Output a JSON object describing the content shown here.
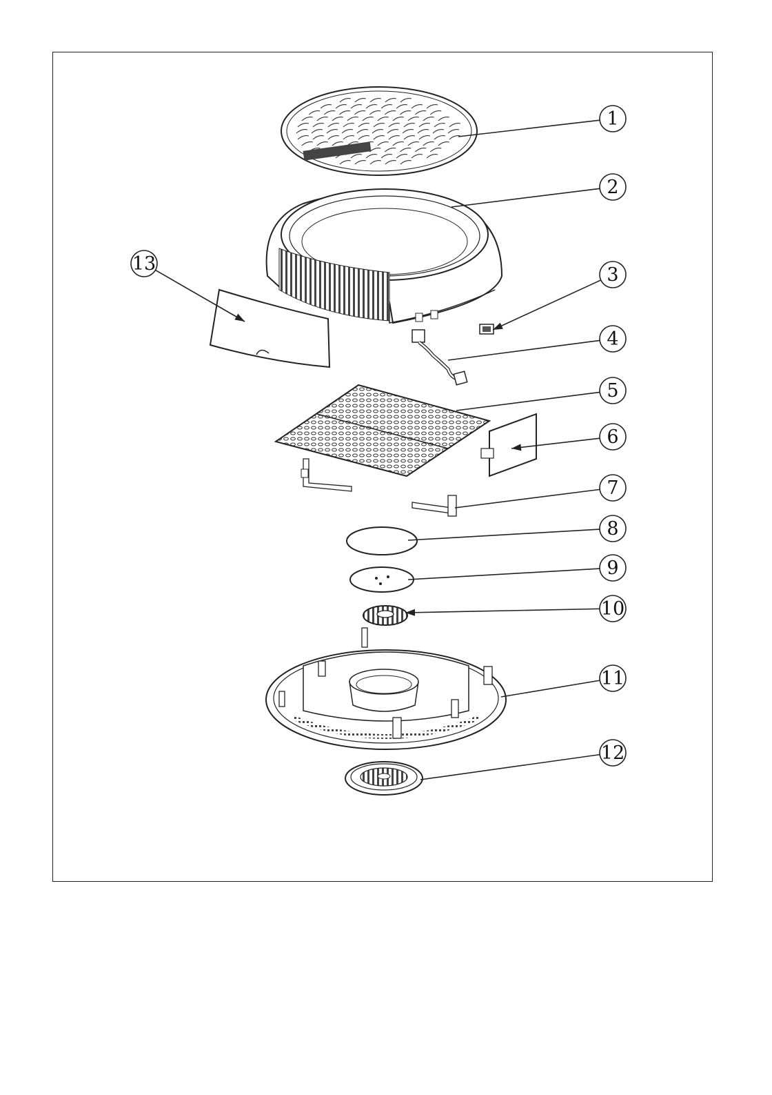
{
  "diagram": {
    "callouts": [
      {
        "id": 1,
        "label": "1"
      },
      {
        "id": 2,
        "label": "2"
      },
      {
        "id": 3,
        "label": "3"
      },
      {
        "id": 4,
        "label": "4"
      },
      {
        "id": 5,
        "label": "5"
      },
      {
        "id": 6,
        "label": "6"
      },
      {
        "id": 7,
        "label": "7"
      },
      {
        "id": 8,
        "label": "8"
      },
      {
        "id": 9,
        "label": "9"
      },
      {
        "id": 10,
        "label": "10"
      },
      {
        "id": 11,
        "label": "11"
      },
      {
        "id": 12,
        "label": "12"
      },
      {
        "id": 13,
        "label": "13"
      }
    ],
    "colors": {
      "line": "#222222",
      "fill": "#ffffff",
      "dark": "#555555"
    }
  }
}
